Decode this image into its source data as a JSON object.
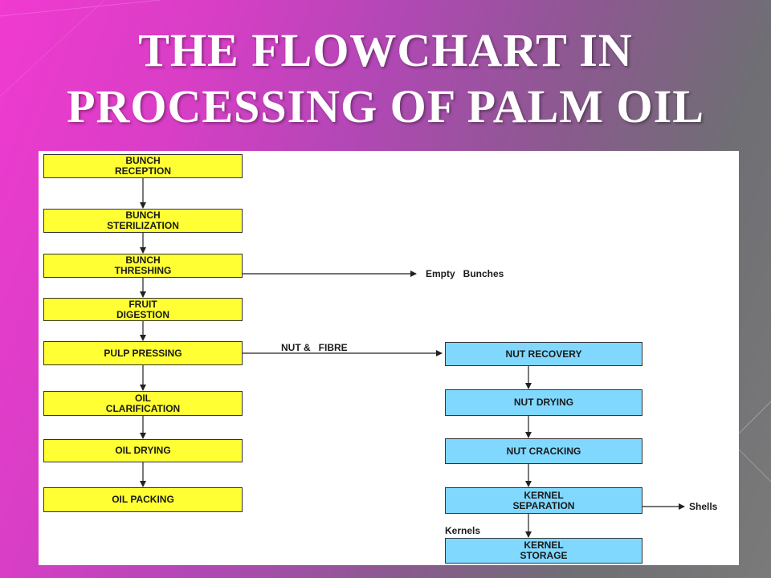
{
  "title": {
    "line1": "THE FLOWCHART IN",
    "line2": "PROCESSING OF  PALM OIL"
  },
  "main_flow": [
    {
      "line1": "BUNCH",
      "line2": "RECEPTION"
    },
    {
      "line1": "BUNCH",
      "line2": "STERILIZATION"
    },
    {
      "line1": "BUNCH",
      "line2": "THRESHING"
    },
    {
      "line1": "FRUIT",
      "line2": "DIGESTION"
    },
    {
      "line1": "PULP PRESSING",
      "line2": ""
    },
    {
      "line1": "OIL",
      "line2": "CLARIFICATION"
    },
    {
      "line1": "OIL DRYING",
      "line2": ""
    },
    {
      "line1": "OIL PACKING",
      "line2": ""
    }
  ],
  "nut_flow": [
    {
      "line1": "NUT RECOVERY",
      "line2": ""
    },
    {
      "line1": "NUT DRYING",
      "line2": ""
    },
    {
      "line1": "NUT CRACKING",
      "line2": ""
    },
    {
      "line1": "KERNEL",
      "line2": "SEPARATION"
    },
    {
      "line1": "KERNEL",
      "line2": "STORAGE"
    }
  ],
  "edge_labels": {
    "empty_bunches": "Empty   Bunches",
    "nut_fibre": "NUT &   FIBRE",
    "shells": "Shells",
    "kernels": "Kernels"
  },
  "colors": {
    "main_box": "#ffff33",
    "nut_box": "#80d8ff",
    "line": "#222222"
  }
}
